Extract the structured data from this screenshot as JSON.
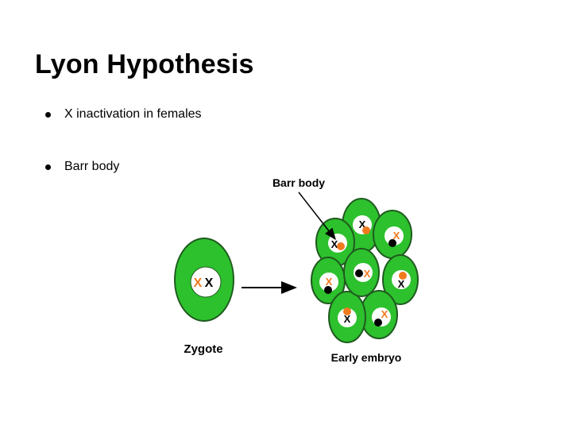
{
  "slide": {
    "title": "Lyon Hypothesis",
    "bullets": [
      "X inactivation in females",
      "Barr body"
    ]
  },
  "diagram": {
    "zygote_label": "Zygote",
    "embryo_label": "Early embryo",
    "barr_body_label": "Barr body",
    "chromosome_letter": "X",
    "colors": {
      "cell_green": "#2dc12d",
      "cell_outline": "#1f5a1f",
      "active_x": "#000000",
      "inactive_x": "#f07a1e",
      "barr_body": "#f07a1e",
      "nucleus": "#ffffff"
    }
  }
}
